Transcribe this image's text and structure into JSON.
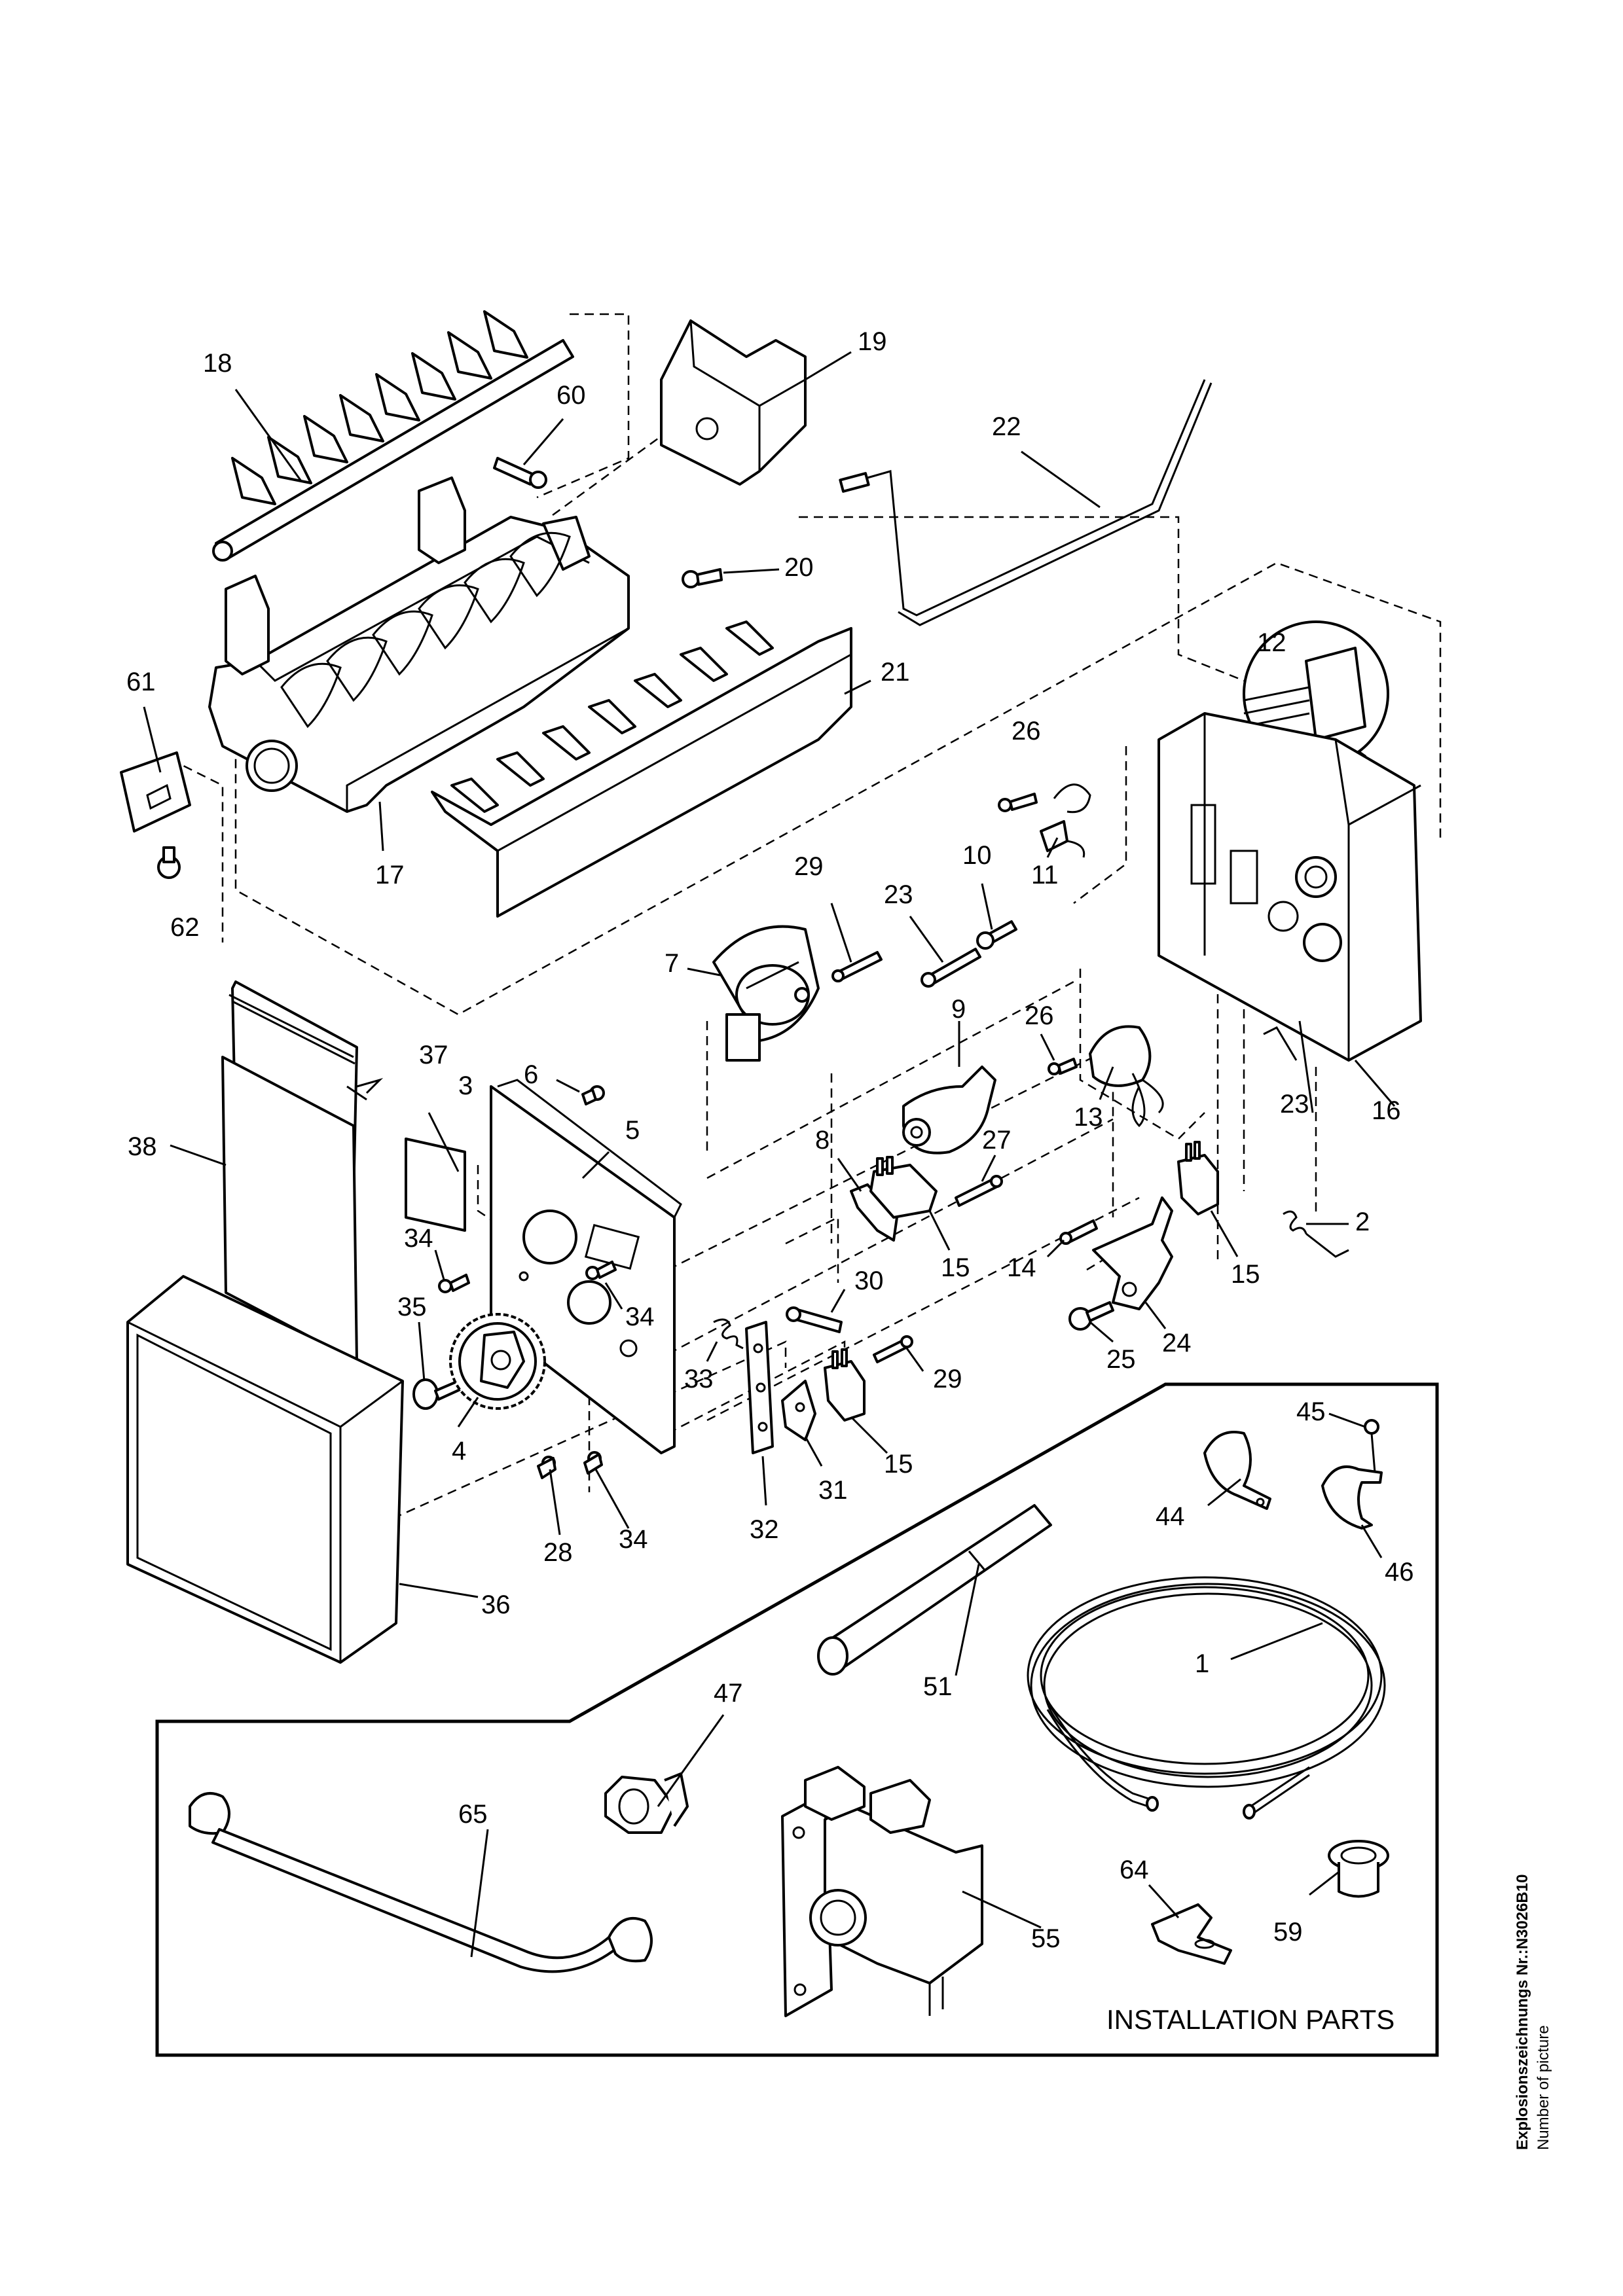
{
  "labels": {
    "p1": "1",
    "p2": "2",
    "p3": "3",
    "p4": "4",
    "p5": "5",
    "p6": "6",
    "p7": "7",
    "p8": "8",
    "p9": "9",
    "p10": "10",
    "p11": "11",
    "p12": "12",
    "p13": "13",
    "p14": "14",
    "p15a": "15",
    "p15b": "15",
    "p15c": "15",
    "p16": "16",
    "p17": "17",
    "p18": "18",
    "p19": "19",
    "p20": "20",
    "p21": "21",
    "p22": "22",
    "p23a": "23",
    "p23b": "23",
    "p24": "24",
    "p25": "25",
    "p26a": "26",
    "p26b": "26",
    "p27": "27",
    "p28": "28",
    "p29a": "29",
    "p29b": "29",
    "p30": "30",
    "p31": "31",
    "p32": "32",
    "p33": "33",
    "p34a": "34",
    "p34b": "34",
    "p34c": "34",
    "p35": "35",
    "p36": "36",
    "p37": "37",
    "p38": "38",
    "p44": "44",
    "p45": "45",
    "p46": "46",
    "p47": "47",
    "p51": "51",
    "p55": "55",
    "p59": "59",
    "p60": "60",
    "p61": "61",
    "p62": "62",
    "p64": "64",
    "p65": "65"
  },
  "installation_parts_title": "INSTALLATION PARTS",
  "side_text": {
    "line1": "Explosionszeichnungs Nr.:N3026B10",
    "line2": "Number of picture"
  }
}
